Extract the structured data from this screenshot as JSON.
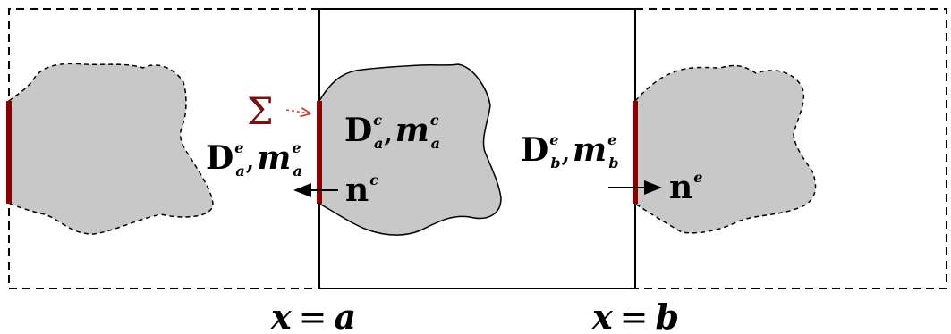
{
  "labels": {
    "sigma": "Σ",
    "D": "D",
    "m": "m",
    "n": "n",
    "comma": ",",
    "sub_a": "a",
    "sub_b": "b",
    "sup_e": "e",
    "sup_c": "c",
    "left_boundary": {
      "var": "x",
      "eq": "=",
      "val": "a"
    },
    "right_boundary": {
      "var": "x",
      "eq": "=",
      "val": "b"
    }
  },
  "colors": {
    "interface": "#8b0000",
    "sigma": "#7a1010",
    "sigma_arrow": "#d04040",
    "blob_fill": "#c8c8c8",
    "lines": "#000000"
  }
}
